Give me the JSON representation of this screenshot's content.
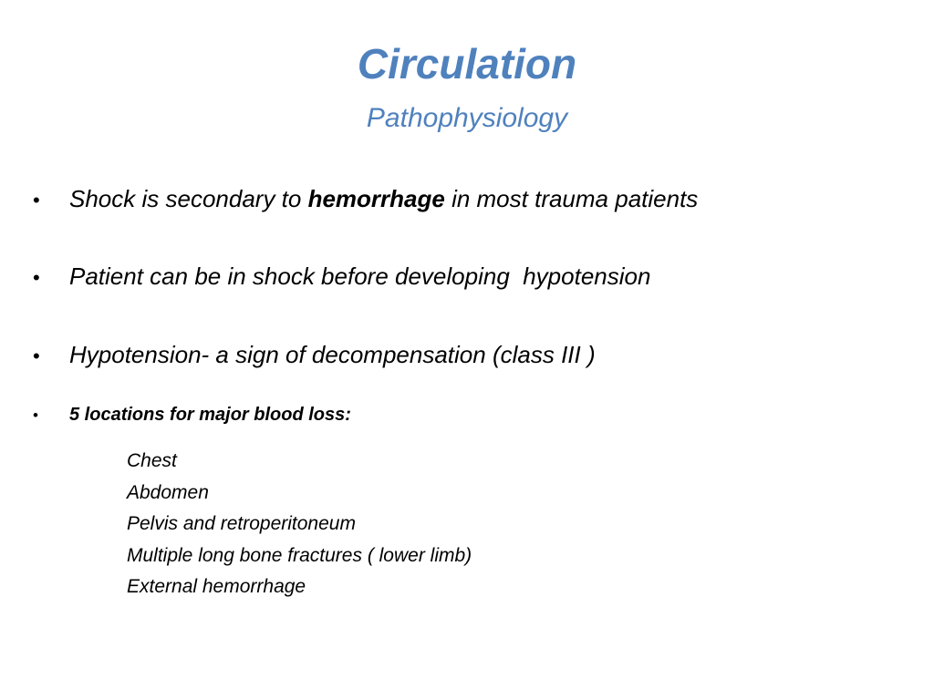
{
  "slide": {
    "title": "Circulation",
    "subtitle": "Pathophysiology",
    "bullet_glyph": "•",
    "bullets": [
      {
        "pre": "Shock is secondary to ",
        "bold": "hemorrhage",
        "post": " in most trauma patients"
      },
      {
        "text": "Patient can be in shock before developing  hypotension"
      },
      {
        "text": "Hypotension- a sign of decompensation (class III )"
      },
      {
        "text": "5 locations for major blood loss:"
      }
    ],
    "locations": [
      "Chest",
      "Abdomen",
      "Pelvis and retroperitoneum",
      "Multiple long bone fractures ( lower limb)",
      "External hemorrhage"
    ]
  },
  "colors": {
    "title": "#4f81bd",
    "body": "#000000",
    "background": "#ffffff"
  }
}
